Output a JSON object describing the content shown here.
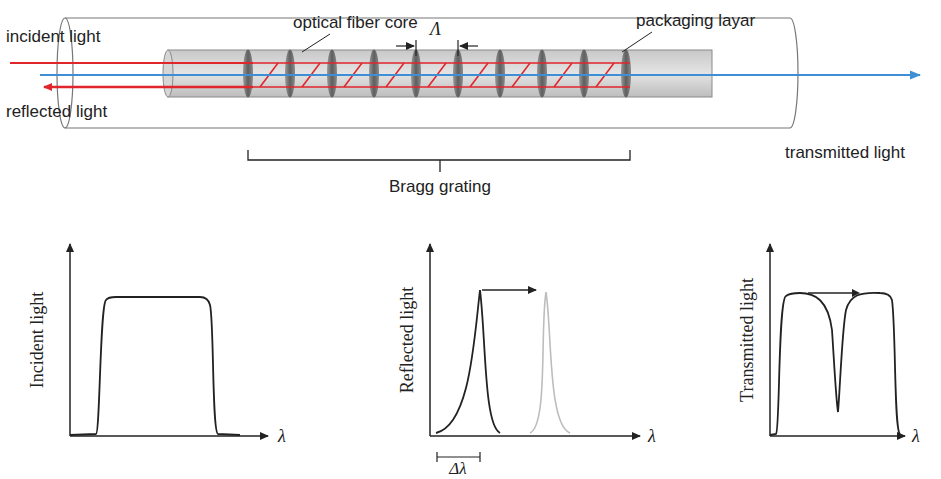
{
  "diagram": {
    "labels": [
      "optical fiber core",
      "Λ",
      "packaging layar",
      "incident light",
      "reflected light",
      "transmitted light",
      "Bragg grating",
      "Incident light",
      "λ",
      "Reflected light",
      "λ",
      "Δλ",
      "Transmitted light",
      "λ"
    ]
  }
}
